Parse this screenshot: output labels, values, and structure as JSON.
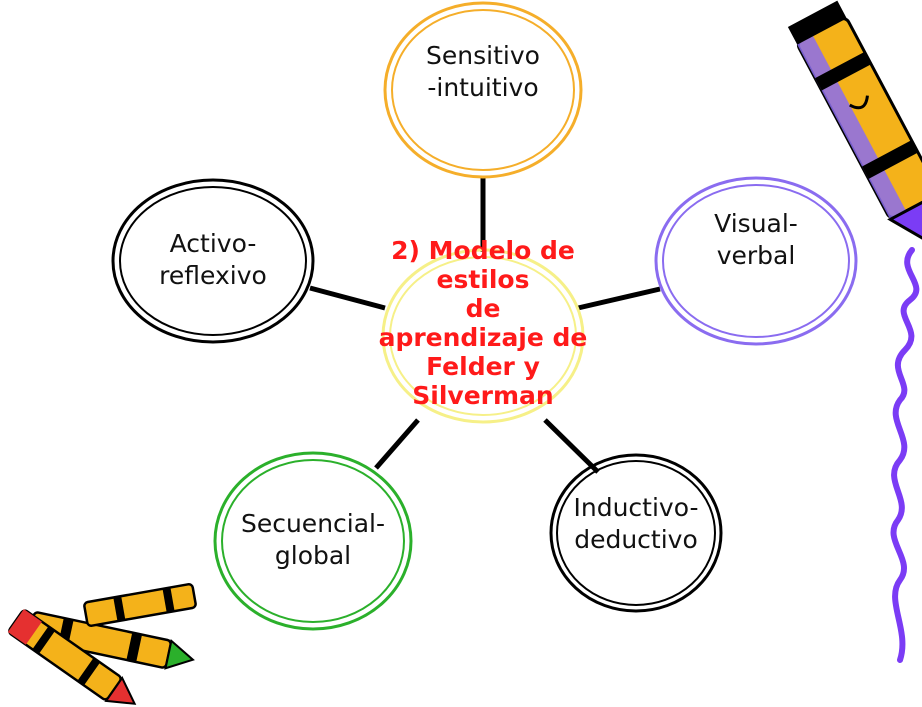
{
  "diagram": {
    "center": {
      "lines": [
        "2) Modelo de",
        "estilos",
        "de",
        "aprendizaje de",
        "Felder y",
        "Silverman"
      ],
      "color": "#ff1a1a",
      "ring_color": "#f6f088"
    },
    "nodes": [
      {
        "id": "sensitivo-intuitivo",
        "lines": [
          "Sensitivo",
          "-intuitivo"
        ],
        "color": "#f5ae2a"
      },
      {
        "id": "visual-verbal",
        "lines": [
          "Visual-",
          "verbal"
        ],
        "color": "#8a6cf0"
      },
      {
        "id": "inductivo-deductivo",
        "lines": [
          "Inductivo-",
          "deductivo"
        ],
        "color": "#000000"
      },
      {
        "id": "secuencial-global",
        "lines": [
          "Secuencial-",
          "global"
        ],
        "color": "#2bb02b"
      },
      {
        "id": "activo-reflexivo",
        "lines": [
          "Activo-",
          "reflexivo"
        ],
        "color": "#000000"
      }
    ],
    "connector_color": "#000000",
    "decorations": {
      "crayon_icon": "crayon-icon",
      "crayon_pile_icon": "crayon-pile-icon",
      "scribble_color": "#7b3cf5"
    }
  }
}
